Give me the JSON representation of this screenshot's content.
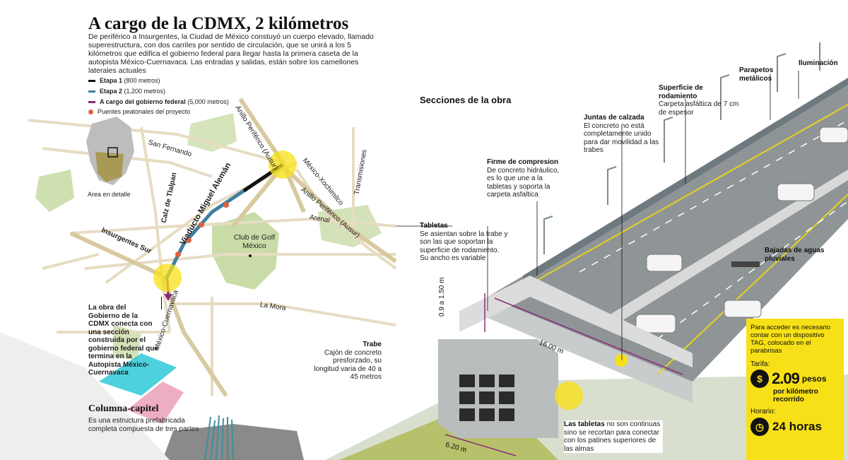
{
  "header": {
    "title": "A cargo de la CDMX, 2 kilómetros",
    "intro": "De periférico a Insurgentes, la Ciudad de México constuyó un cuerpo elevado, llamado superestructura, con dos carriles por sentido de circulación, que se unirá a los 5 kilómetros que edifica el gobierno federal para llegar hasta la primera caseta de la autopista México-Cuernavaca. Las entradas y salidas, están sobre los camellones laterales actuales"
  },
  "legend": [
    {
      "label": "Etapa 1",
      "detail": "(800 metros)",
      "color": "#111111"
    },
    {
      "label": "Etapa 2",
      "detail": "(1,200 metros)",
      "color": "#3f7f9e"
    },
    {
      "label": "A cargo del gobierno federal",
      "detail": "(5,000 metros)",
      "color": "#8a2b7a"
    },
    {
      "label": "Puentes peatonales del proyecto",
      "detail": "",
      "color": "#d9633f"
    }
  ],
  "map": {
    "area_label": "Area en detalle",
    "roads": {
      "san_fernando": "San Fernando",
      "anillo_1": "Anillo Periférico (Ausur)",
      "anillo_2": "Anillo Periférico (Ausur)",
      "mexico_xochimilco": "México-Xochimilco",
      "transmisiones": "Transmisiones",
      "tlalpan": "Calz de Tlalpan",
      "viaducto": "Viaducto Miguel Alemán",
      "insurgentes": "Insurgentes Sur",
      "arenal": "Arenal",
      "la_mora": "La Mora",
      "mexico_cuernavaca": "México-Cuernavaca"
    },
    "club": "Club de Golf México",
    "connection_note": "La obra del Gobierno de la CDMX conecta con una sección construida por el gobierno federal que termina en la Autopista México-Cuernavaca"
  },
  "sections": {
    "heading": "Secciones de la obra",
    "columna": {
      "title": "Columna-capitel",
      "text": "Es una estructura prefabricada completa compuesta de tres partes"
    },
    "trabe": {
      "title": "Trabe",
      "text": "Cajón de concreto presforzado, su longitud varia de 40 a 45 metros"
    },
    "tabletas": {
      "title": "Tabletas",
      "text": "Se asientan sobre la trabe y son las que soportan la superficie de rodamiento. Su ancho es variable"
    },
    "firme": {
      "title": "Firme de compresion",
      "text": "De concreto hidráulico, es lo que une a la tabletas y soporta la carpeta asfaltica"
    },
    "juntas": {
      "title": "Juntas de calzada",
      "text": "El concreto no está completamente unido para dar movilidad a las trabes"
    },
    "superficie": {
      "title": "Superficie de rodamiento",
      "text": "Carpeta asfáltica de 7 cm de espesor"
    },
    "parapetos": {
      "title": "Parapetos metálicos"
    },
    "iluminacion": {
      "title": "Iluminación"
    },
    "bajadas": {
      "title": "Bajadas de aguas pluviales"
    },
    "tabletas_note": {
      "title": "Las tabletas",
      "text": "no son continuas sino se recortan para conectar con los patines superiores de las almas"
    },
    "dims": {
      "height": "0.9 a 1.50 m",
      "width_top": "16.00 m",
      "width_bottom": "6.20 m"
    }
  },
  "tag_box": {
    "note": "Para acceder es necesario contar con un dispositivo TAG, colocado en el parabrisas",
    "tarifa_label": "Tarifa:",
    "price": "2.09",
    "price_unit": "pesos",
    "price_detail": "por kilómetro recorrido",
    "horario_label": "Horario:",
    "hours": "24 horas",
    "accent": "#f7e017"
  }
}
